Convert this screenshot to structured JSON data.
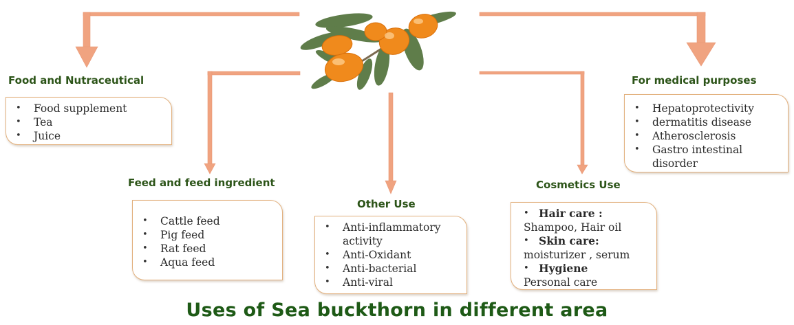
{
  "title": "Uses of Sea buckthorn in different area",
  "colors": {
    "connector": "#f0a380",
    "heading": "#2c5418",
    "box_border": "#e2b07d",
    "title": "#1e5a16"
  },
  "center_image": "sea-buckthorn-berries-icon",
  "categories": {
    "food": {
      "heading": "Food and Nutraceutical",
      "items": [
        "Food supplement",
        "Tea",
        "Juice"
      ]
    },
    "feed": {
      "heading": "Feed and feed ingredient",
      "items": [
        "Cattle feed",
        "Pig feed",
        "Rat feed",
        "Aqua feed"
      ]
    },
    "other": {
      "heading": "Other Use",
      "items": [
        "Anti-inflammatory activity",
        "Anti-Oxidant",
        "Anti-bacterial",
        "Anti-viral"
      ]
    },
    "cosmetics": {
      "heading": "Cosmetics Use",
      "entries": [
        {
          "label": "Hair care :",
          "detail": "Shampoo, Hair oil"
        },
        {
          "label": "Skin care:",
          "detail": "moisturizer , serum"
        },
        {
          "label": "Hygiene",
          "detail": "Personal care"
        }
      ]
    },
    "medical": {
      "heading": "For medical purposes",
      "items": [
        "Hepatoprotectivity",
        "dermatitis disease",
        "Atherosclerosis",
        "Gastro intestinal disorder"
      ]
    }
  }
}
